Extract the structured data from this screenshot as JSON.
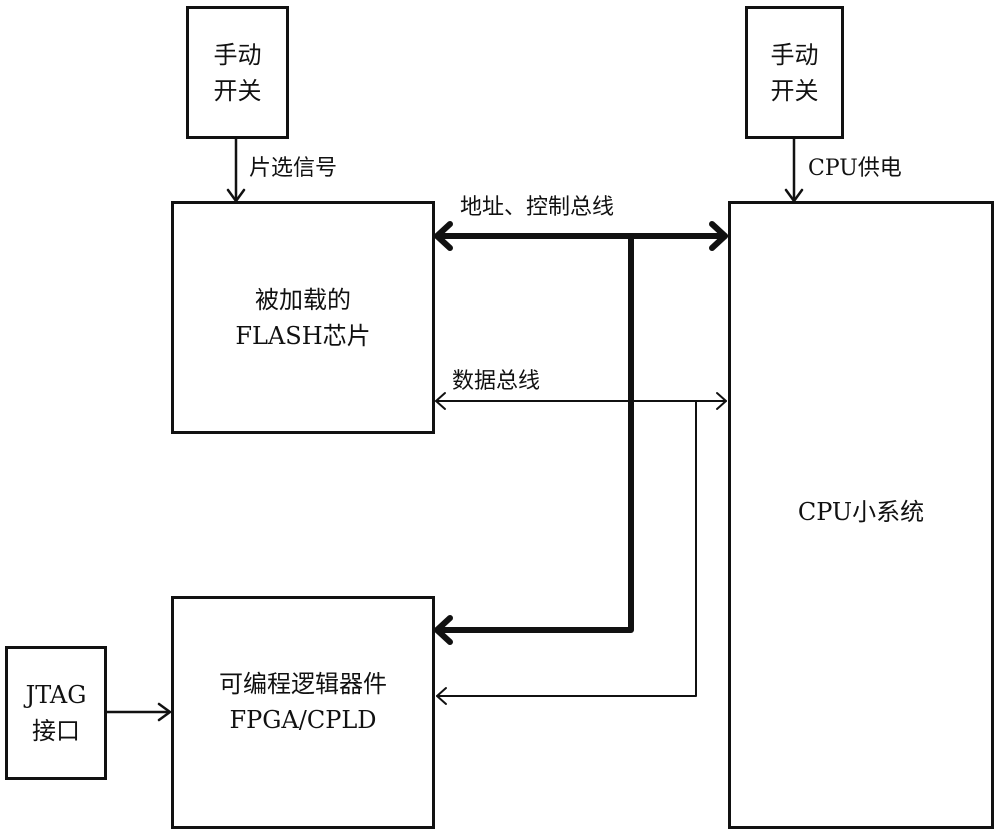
{
  "diagram": {
    "nodes": {
      "switch_left": {
        "label": "手动\n开关"
      },
      "switch_right": {
        "label": "手动\n开关"
      },
      "flash": {
        "label": "被加载的\nFLASH芯片"
      },
      "cpu": {
        "label": "CPU小系统"
      },
      "fpga": {
        "label": "可编程逻辑器件\nFPGA/CPLD"
      },
      "jtag": {
        "label": "JTAG\n接口"
      }
    },
    "edges": {
      "chip_select": {
        "label": "片选信号",
        "from": "switch_left",
        "to": "flash"
      },
      "cpu_power": {
        "label": "CPU供电",
        "from": "switch_right",
        "to": "cpu"
      },
      "addr_ctrl_bus": {
        "label": "地址、控制总线",
        "between": [
          "flash",
          "cpu",
          "fpga"
        ],
        "style": "bold bidirectional"
      },
      "data_bus": {
        "label": "数据总线",
        "between": [
          "flash",
          "cpu",
          "fpga"
        ],
        "style": "thin bidirectional"
      },
      "jtag_link": {
        "label": "",
        "from": "jtag",
        "to": "fpga"
      }
    },
    "colors": {
      "line": "#111111",
      "background": "#ffffff"
    }
  }
}
